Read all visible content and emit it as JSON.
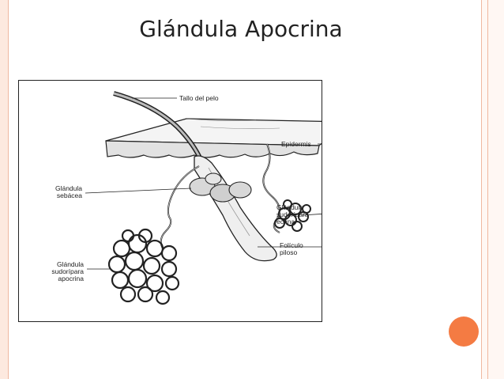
{
  "slide": {
    "title": "Glándula Apocrina"
  },
  "diagram": {
    "labels": {
      "hair_shaft": "Tallo del pelo",
      "epidermis": "Epidermis",
      "sebaceous_l1": "Glándula",
      "sebaceous_l2": "sebácea",
      "eccrine_l1": "Glándula",
      "eccrine_l2": "sudorípara",
      "eccrine_l3": "ecrina",
      "follicle_l1": "Folículo",
      "follicle_l2": "piloso",
      "apocrine_l1": "Glándula",
      "apocrine_l2": "sudorípara",
      "apocrine_l3": "apocrina"
    }
  },
  "colors": {
    "accent": "#f47b43",
    "frame": "#f0b8a0"
  }
}
